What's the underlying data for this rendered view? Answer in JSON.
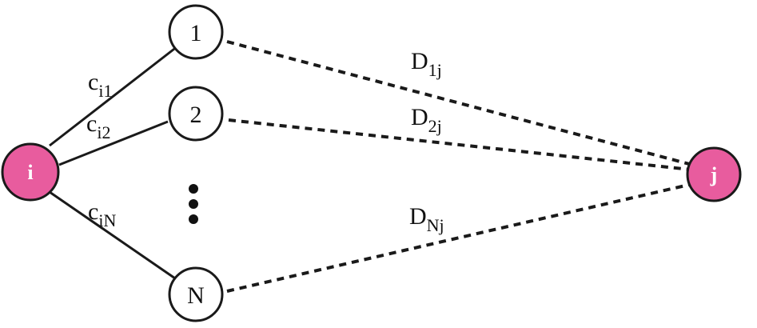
{
  "colors": {
    "endpoint_fill": "#e85c9e",
    "line": "#1a1a1a"
  },
  "nodes": {
    "source": "i",
    "target": "j",
    "intermediates": [
      "1",
      "2",
      "N"
    ]
  },
  "edges": {
    "cost": [
      {
        "base": "c",
        "sub": "i1"
      },
      {
        "base": "c",
        "sub": "i2"
      },
      {
        "base": "c",
        "sub": "iN"
      }
    ],
    "distance": [
      {
        "base": "D",
        "sub": "1j"
      },
      {
        "base": "D",
        "sub": "2j"
      },
      {
        "base": "D",
        "sub": "Nj"
      }
    ]
  }
}
